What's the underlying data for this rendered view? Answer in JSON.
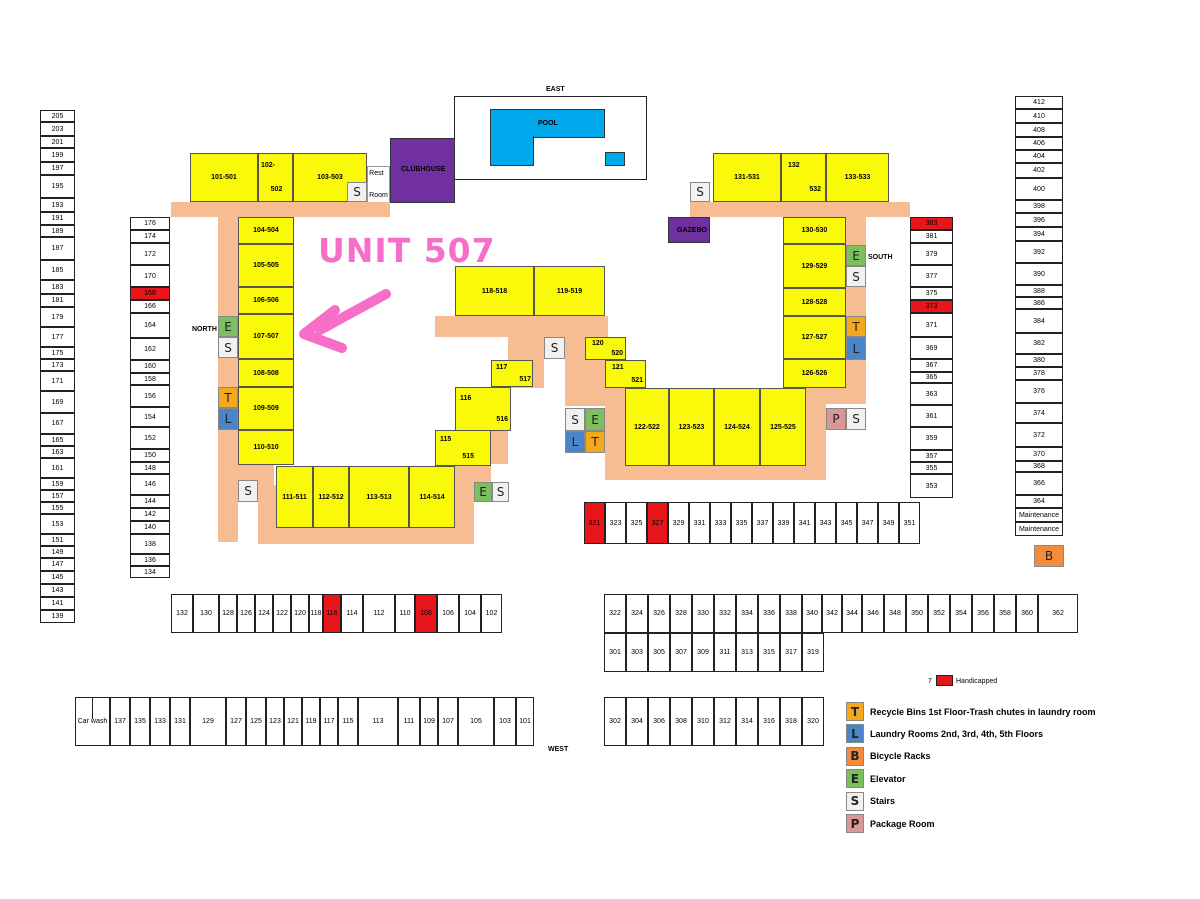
{
  "callout": {
    "text": "UNIT 507",
    "color": "#f76ec8"
  },
  "compass": {
    "east": "EAST",
    "west": "WEST",
    "north": "NORTH",
    "south": "SOUTH"
  },
  "amenities": {
    "pool": "POOL",
    "clubhouse": "CLUBHOUSE",
    "gazebo": "GAZEBO",
    "restroom": "Rest\nRoom"
  },
  "colors": {
    "units": "#fbf90a",
    "hallway": "#f6bd92",
    "handicapped": "#e8161b",
    "pool": "#00a9ec",
    "clubhouse": "#7030a0"
  },
  "units": {
    "u101": "101-501",
    "u102a": "102-",
    "u102b": "502",
    "u103": "103-503",
    "u104": "104-504",
    "u105": "105-505",
    "u106": "106-506",
    "u107": "107-507",
    "u108": "108-508",
    "u109": "109-509",
    "u110": "110-510",
    "u111": "111-511",
    "u112": "112-512",
    "u113": "113-513",
    "u114": "114-514",
    "u115a": "115",
    "u115b": "515",
    "u116a": "116",
    "u116b": "516",
    "u117a": "117",
    "u117b": "517",
    "u118": "118-518",
    "u119": "119-519",
    "u120a": "120",
    "u120b": "520",
    "u121a": "121",
    "u121b": "521",
    "u122": "122-522",
    "u123": "123-523",
    "u124": "124-524",
    "u125": "125-525",
    "u126": "126-526",
    "u127": "127-527",
    "u128": "128-528",
    "u129": "129-529",
    "u130": "130-530",
    "u131": "131-531",
    "u132a": "132",
    "u132b": "532",
    "u133": "133-533"
  },
  "parking": {
    "west_far": [
      "205",
      "203",
      "201",
      "199",
      "197",
      "195",
      "193",
      "191",
      "189",
      "187",
      "185",
      "183",
      "181",
      "179",
      "177",
      "175",
      "173",
      "171",
      "169",
      "167",
      "165",
      "163",
      "161",
      "159",
      "157",
      "155",
      "153",
      "151",
      "149",
      "147",
      "145",
      "143",
      "141",
      "139"
    ],
    "west_inner": [
      "176",
      "174",
      "172",
      "170",
      "168",
      "166",
      "164",
      "162",
      "160",
      "158",
      "156",
      "154",
      "152",
      "150",
      "148",
      "146",
      "144",
      "142",
      "140",
      "138",
      "136",
      "134"
    ],
    "east_inner": [
      "383",
      "381",
      "379",
      "377",
      "375",
      "373",
      "371",
      "369",
      "367",
      "365",
      "363",
      "361",
      "359",
      "357",
      "355",
      "353"
    ],
    "east_far": [
      "412",
      "410",
      "408",
      "406",
      "404",
      "402",
      "400",
      "398",
      "396",
      "394",
      "392",
      "390",
      "388",
      "386",
      "384",
      "382",
      "380",
      "378",
      "376",
      "374",
      "372",
      "370",
      "368",
      "366",
      "364",
      "Maintenance",
      "Maintenance"
    ],
    "inner_row_300": [
      "321",
      "323",
      "325",
      "327",
      "329",
      "331",
      "333",
      "335",
      "337",
      "339",
      "341",
      "343",
      "345",
      "347",
      "349",
      "351"
    ],
    "row_100_upper": [
      "132",
      "130",
      "128",
      "126",
      "124",
      "122",
      "120",
      "118",
      "116",
      "114",
      "112",
      "110",
      "108",
      "106",
      "104",
      "102"
    ],
    "row_300_top": [
      "322",
      "324",
      "326",
      "328",
      "330",
      "332",
      "334",
      "336",
      "338",
      "340",
      "342",
      "344",
      "346",
      "348",
      "350",
      "352",
      "354",
      "356",
      "358",
      "360",
      "362"
    ],
    "row_300_mid": [
      "301",
      "303",
      "305",
      "307",
      "309",
      "311",
      "313",
      "315",
      "317",
      "319"
    ],
    "row_bottom_left": [
      "Car wash",
      "137",
      "135",
      "133",
      "131",
      "129",
      "127",
      "125",
      "123",
      "121",
      "119",
      "117",
      "115",
      "113",
      "111",
      "109",
      "107",
      "105",
      "103",
      "101"
    ],
    "row_bottom_right": [
      "302",
      "304",
      "306",
      "308",
      "310",
      "312",
      "314",
      "316",
      "318",
      "320"
    ]
  },
  "legend": {
    "handicapped_num": "7",
    "handicapped": "Handicapped",
    "items": [
      {
        "letter": "T",
        "text": "Recycle Bins 1st Floor-Trash chutes in laundry room"
      },
      {
        "letter": "L",
        "text": "Laundry Rooms 2nd, 3rd, 4th, 5th Floors"
      },
      {
        "letter": "B",
        "text": "Bicycle Racks"
      },
      {
        "letter": "E",
        "text": "Elevator"
      },
      {
        "letter": "S",
        "text": "Stairs"
      },
      {
        "letter": "P",
        "text": "Package Room"
      }
    ]
  }
}
